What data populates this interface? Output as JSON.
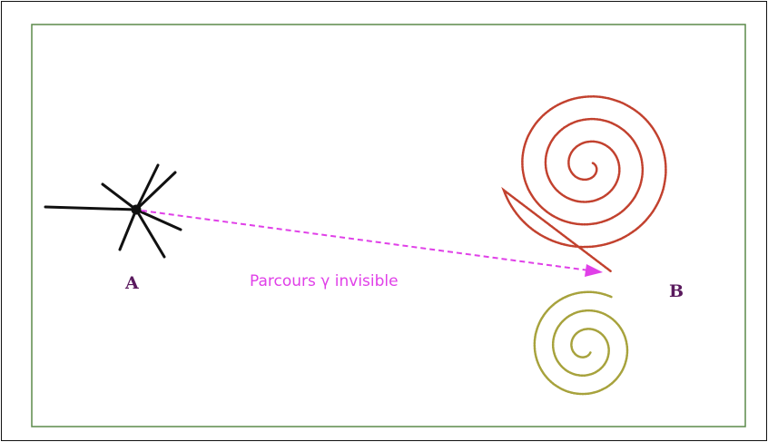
{
  "labels": {
    "point_a": "A",
    "point_b": "B",
    "path": "Parcours γ invisible"
  },
  "colors": {
    "outer_border": "#111111",
    "panel_border": "#5b8a4a",
    "star": "#111111",
    "letters": "#5a1a5e",
    "path": "#e040e8",
    "spiral_top": "#c2412e",
    "spiral_bottom": "#a7a23c"
  }
}
